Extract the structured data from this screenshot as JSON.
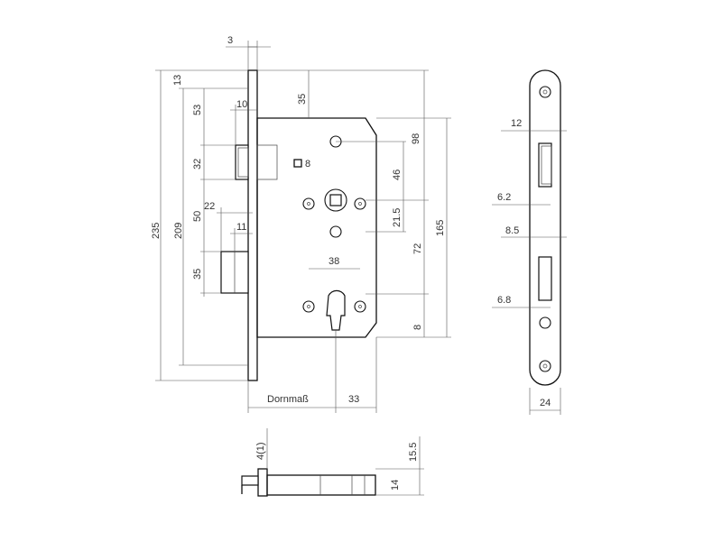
{
  "dimensions": {
    "faceplate_thickness": "3",
    "top_offset": "13",
    "backset_top": "35",
    "latch_offset": "53",
    "latch_projection": "10",
    "latch_height": "32",
    "bolt_projection": "22",
    "bolt_travel": "11",
    "latch_to_bolt": "50",
    "bolt_height": "35",
    "inner_length": "209",
    "total_length": "235",
    "spindle_to_top": "98",
    "spindle_size": "8",
    "spindle_square_label": "□ 8",
    "distance_46": "46",
    "distance_21_5": "21.5",
    "hole_spacing": "38",
    "center_distance": "72",
    "case_height": "165",
    "bottom_offset": "8",
    "backset_label": "Dornmaß",
    "cylinder_offset": "33",
    "faceplate_width": "24",
    "front_latch_width": "12",
    "front_latch_offset": "6.2",
    "front_bolt_width": "8.5",
    "front_bolt_offset": "6.8",
    "bottom_offset_4": "4(1)",
    "bottom_height_15_5": "15.5",
    "bottom_height_14": "14"
  }
}
